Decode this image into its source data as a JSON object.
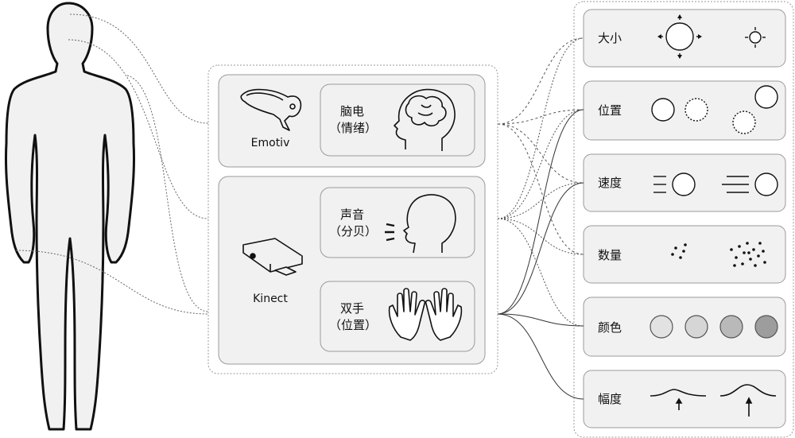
{
  "sensors": {
    "emotiv": {
      "device": "Emotiv",
      "signal_line1": "脑电",
      "signal_line2": "（情绪）"
    },
    "kinect": {
      "device": "Kinect",
      "voice_line1": "声音",
      "voice_line2": "（分贝）",
      "hands_line1": "双手",
      "hands_line2": "（位置）"
    }
  },
  "outputs": [
    {
      "label": "大小",
      "icon": "size-icon"
    },
    {
      "label": "位置",
      "icon": "position-icon"
    },
    {
      "label": "速度",
      "icon": "speed-icon"
    },
    {
      "label": "数量",
      "icon": "quantity-icon"
    },
    {
      "label": "颜色",
      "icon": "color-icon"
    },
    {
      "label": "幅度",
      "icon": "amplitude-icon"
    }
  ],
  "colors": {
    "panel_fill": "#f1f1f1",
    "panel_stroke": "#9a9a9a",
    "outline": "#111111",
    "color_swatches": [
      "#e2e2e2",
      "#d6d6d6",
      "#b9b9b9",
      "#9d9d9d"
    ]
  }
}
